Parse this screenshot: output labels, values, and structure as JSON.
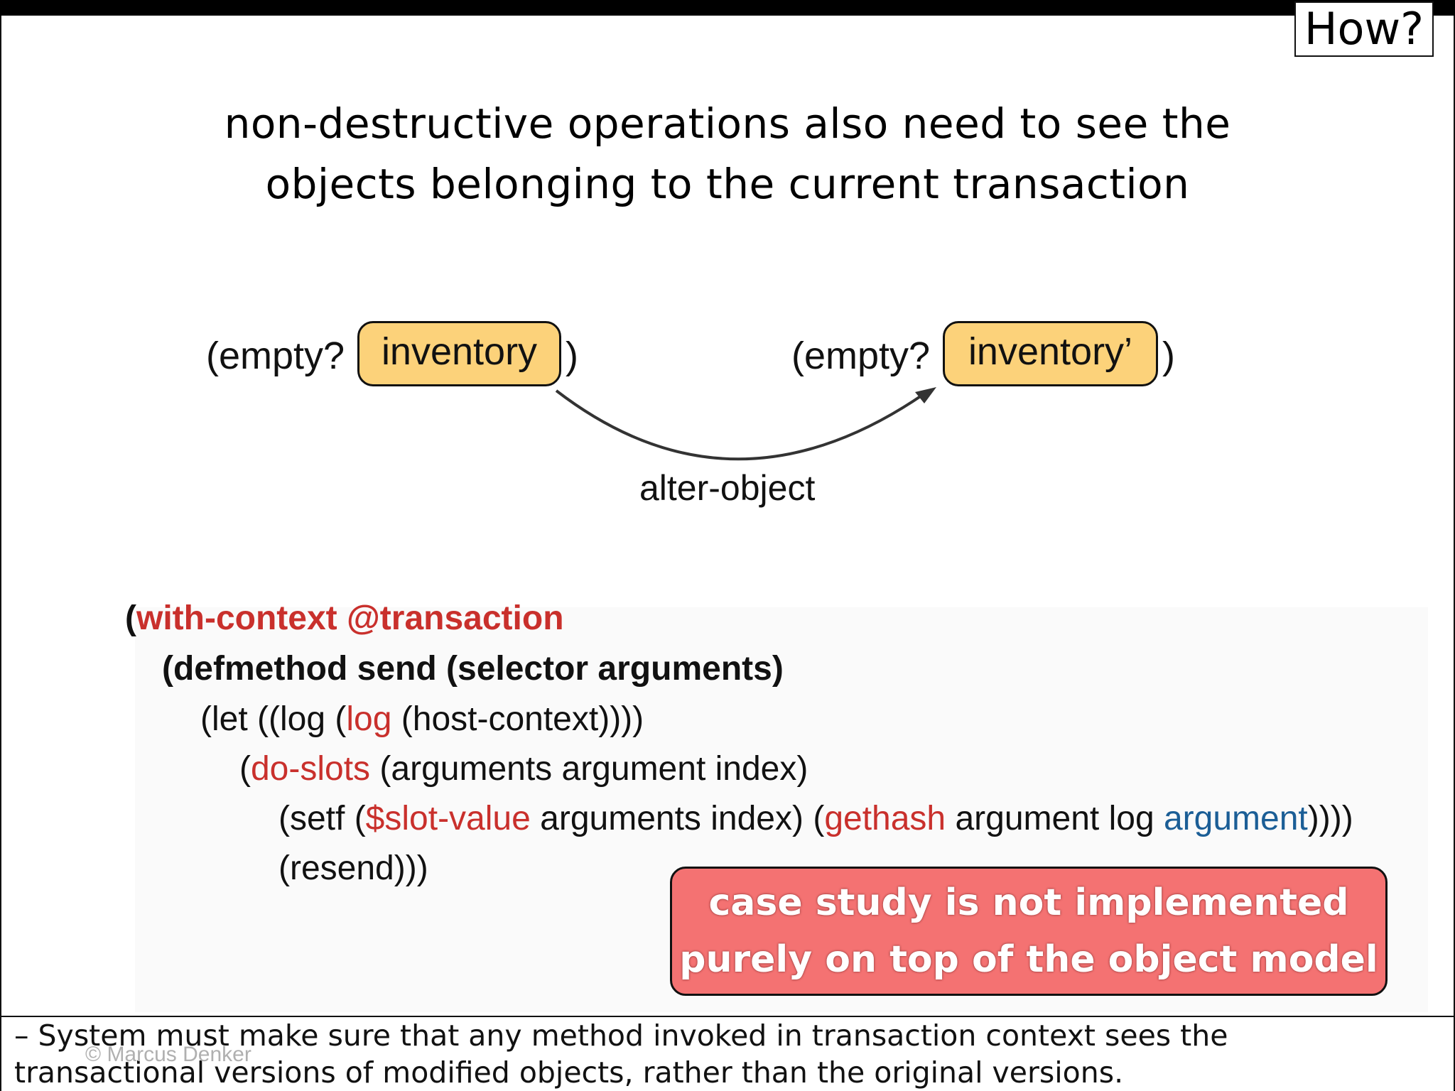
{
  "slide": {
    "corner_label": "How?",
    "headline_line1": "non-destructive operations also need to see the",
    "headline_line2": "objects belonging to the current transaction"
  },
  "diagram": {
    "left": {
      "prefix": "(empty?",
      "object": "inventory",
      "suffix": ")"
    },
    "right": {
      "prefix": "(empty?",
      "object": "inventory’",
      "suffix": ")"
    },
    "arrow_label": "alter-object",
    "pill_color": "#fcd27a"
  },
  "code": {
    "l1_open": "(",
    "l1_kw": "with-context @transaction",
    "l2": "(defmethod send (selector arguments)",
    "l3_a": "(let ((log (",
    "l3_fn": "log",
    "l3_b": " (host-context))))",
    "l4_open": "(",
    "l4_fn": "do-slots",
    "l4_b": " (arguments argument index)",
    "l5_a": "(setf (",
    "l5_fn1": "$slot-value",
    "l5_b": " arguments index) (",
    "l5_fn2": "gethash",
    "l5_c": " argument log ",
    "l5_arg": "argument",
    "l5_d": "))))",
    "l6": "(resend)))",
    "keyword_color": "#c9302c",
    "argument_color": "#1b5e96"
  },
  "callout": {
    "line1": "case study is not implemented",
    "line2": "purely on top of the object model",
    "color": "#f47272"
  },
  "footer": {
    "text": "– System must make sure that any method invoked in transaction context sees the\ntransactional versions of modified objects, rather than the original versions.",
    "copyright": "© Marcus Denker"
  }
}
